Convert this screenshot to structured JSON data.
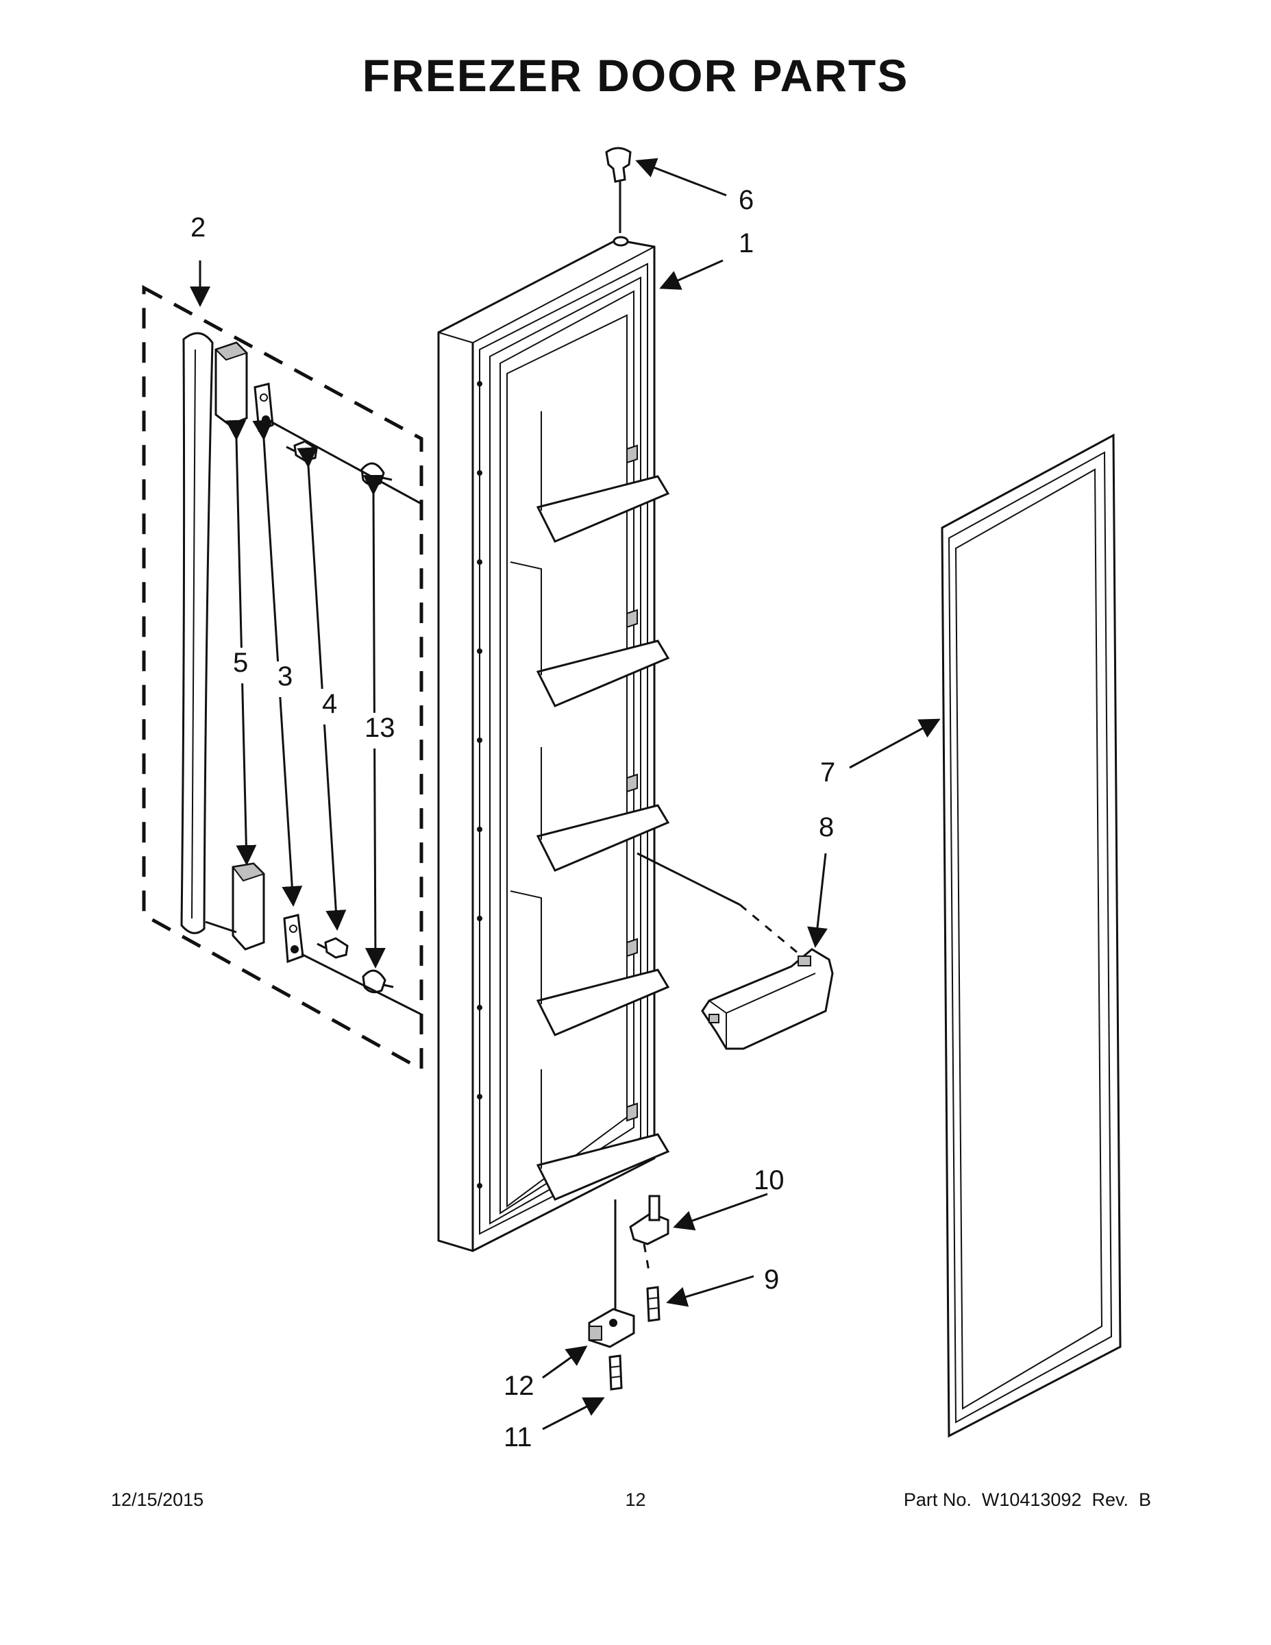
{
  "page": {
    "title": "FREEZER DOOR PARTS",
    "footer_date": "12/15/2015",
    "footer_page": "12",
    "footer_part": "Part No.  W10413092  Rev.  B"
  },
  "callouts": {
    "c1": "1",
    "c2": "2",
    "c3": "3",
    "c4": "4",
    "c5": "5",
    "c6": "6",
    "c7": "7",
    "c8": "8",
    "c9": "9",
    "c10": "10",
    "c11": "11",
    "c12": "12",
    "c13": "13"
  }
}
